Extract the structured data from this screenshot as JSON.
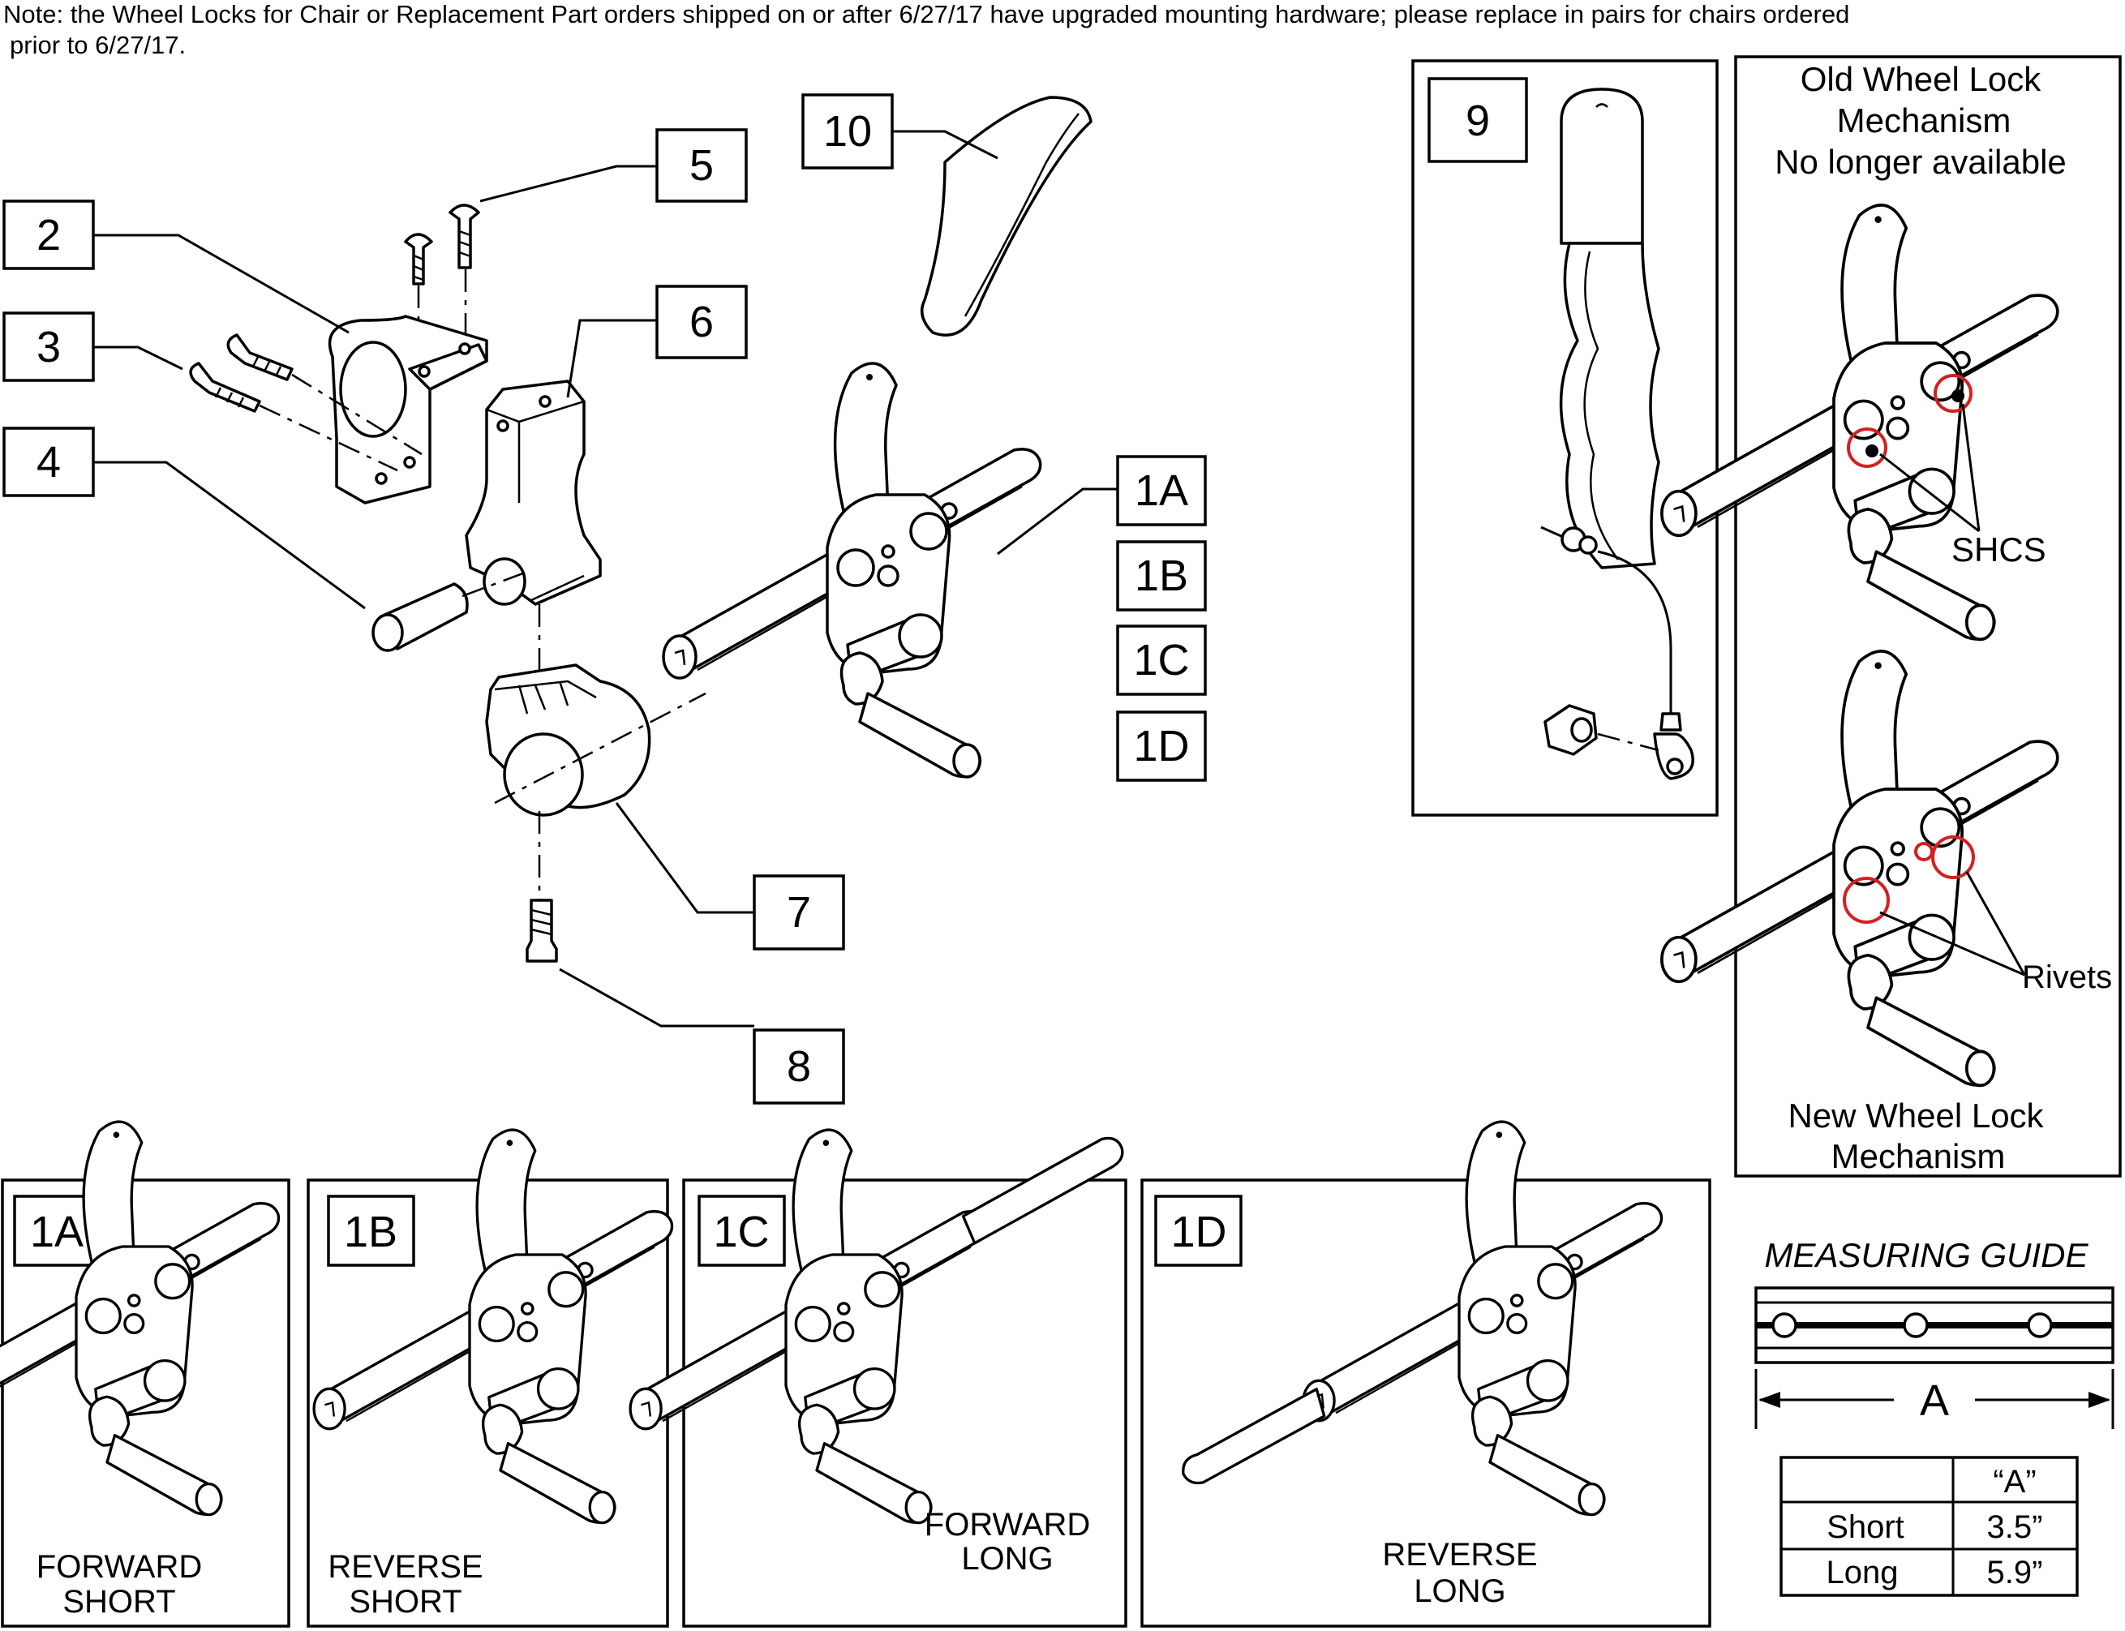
{
  "note": {
    "line1": "Note: the Wheel Locks for Chair or Replacement Part orders shipped on or after 6/27/17 have upgraded mounting hardware; please replace in pairs for chairs ordered",
    "line2": "prior to 6/27/17."
  },
  "callouts": {
    "c2": "2",
    "c3": "3",
    "c4": "4",
    "c5": "5",
    "c6": "6",
    "c7": "7",
    "c8": "8",
    "c9": "9",
    "c10": "10",
    "c1a": "1A",
    "c1b": "1B",
    "c1c": "1C",
    "c1d": "1D"
  },
  "old_mechanism": {
    "title_lines": [
      "Old Wheel Lock",
      "Mechanism",
      "No longer available"
    ],
    "callout": "SHCS"
  },
  "new_mechanism": {
    "title_lines": [
      "New Wheel Lock",
      "Mechanism"
    ],
    "callout": "Rivets"
  },
  "variants": [
    {
      "tag": "1A",
      "lines": [
        "FORWARD",
        "SHORT"
      ]
    },
    {
      "tag": "1B",
      "lines": [
        "REVERSE",
        "SHORT"
      ]
    },
    {
      "tag": "1C",
      "lines": [
        "FORWARD",
        "LONG"
      ]
    },
    {
      "tag": "1D",
      "lines": [
        "REVERSE",
        "LONG"
      ]
    }
  ],
  "measuring_guide": {
    "title": "MEASURING GUIDE",
    "dimension_label": "A",
    "table": {
      "header": [
        "",
        "“A”"
      ],
      "rows": [
        [
          "Short",
          "3.5”"
        ],
        [
          "Long",
          "5.9”"
        ]
      ]
    }
  },
  "colors": {
    "highlight": "#d42020",
    "ink": "#000000"
  }
}
